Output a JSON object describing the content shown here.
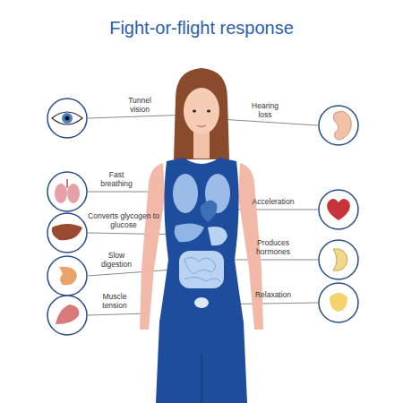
{
  "diagram": {
    "title": "Fight-or-flight response",
    "labels": [
      "Tunnel vision",
      "Hearing loss",
      "Fast breathing",
      "Acceleration",
      "Converts glycogen to glucose",
      "Produces hormones",
      "Slow digestion",
      "Relaxation",
      "Muscle tension"
    ]
  }
}
